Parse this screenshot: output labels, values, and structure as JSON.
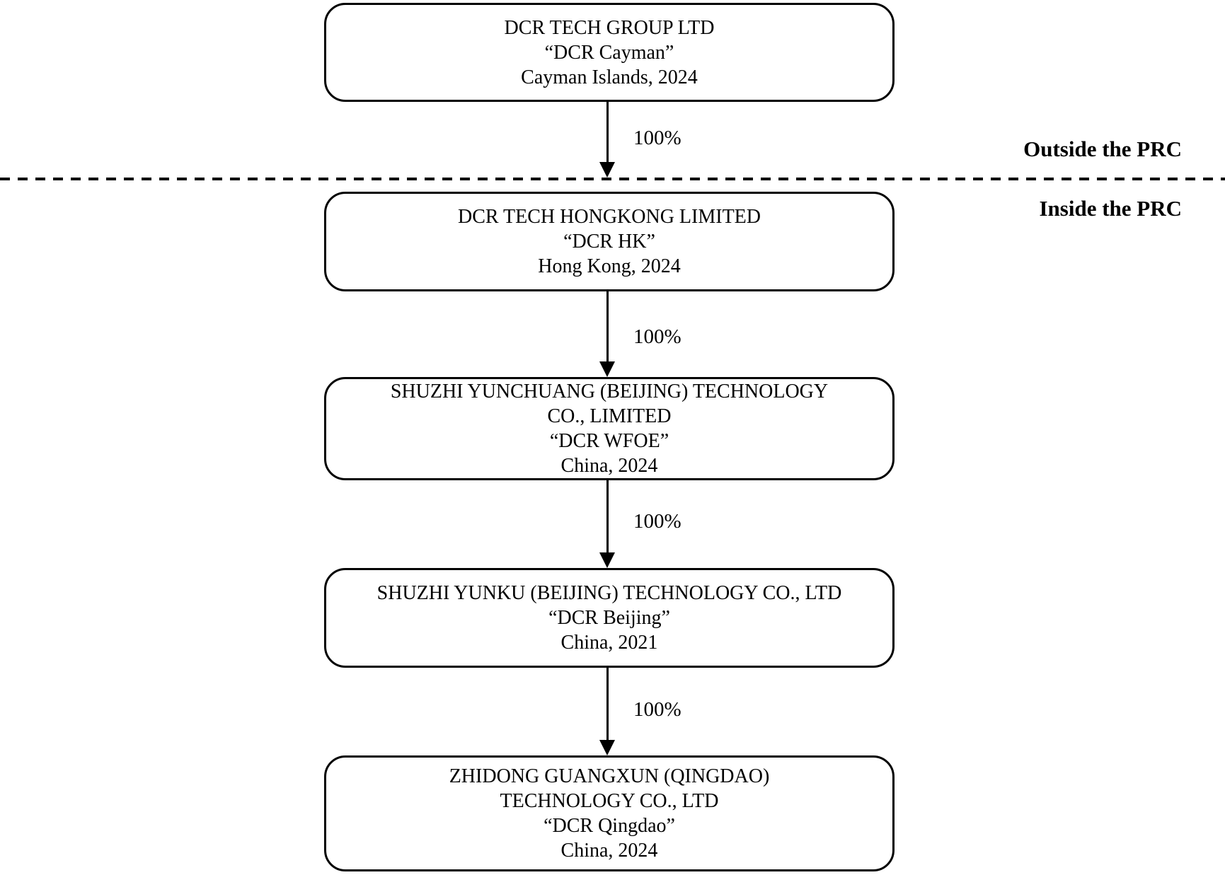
{
  "diagram": {
    "type": "corporate-structure",
    "colors": {
      "background": "#ffffff",
      "line": "#000000",
      "text": "#000000"
    },
    "region_divider": {
      "style": "dashed",
      "outside_label": "Outside the PRC",
      "inside_label": "Inside the PRC"
    },
    "entities": [
      {
        "name_lines": [
          "DCR TECH GROUP LTD"
        ],
        "alias": "“DCR Cayman”",
        "jurisdiction_year": "Cayman Islands, 2024",
        "region": "Outside the PRC"
      },
      {
        "name_lines": [
          "DCR TECH HONGKONG LIMITED"
        ],
        "alias": "“DCR HK”",
        "jurisdiction_year": "Hong Kong, 2024",
        "region": "Inside the PRC"
      },
      {
        "name_lines": [
          "SHUZHI YUNCHUANG (BEIJING) TECHNOLOGY",
          "CO., LIMITED"
        ],
        "alias": "“DCR WFOE”",
        "jurisdiction_year": "China, 2024",
        "region": "Inside the PRC"
      },
      {
        "name_lines": [
          "SHUZHI YUNKU (BEIJING) TECHNOLOGY CO., LTD"
        ],
        "alias": "“DCR Beijing”",
        "jurisdiction_year": "China, 2021",
        "region": "Inside the PRC"
      },
      {
        "name_lines": [
          "ZHIDONG GUANGXUN (QINGDAO)",
          "TECHNOLOGY CO., LTD"
        ],
        "alias": "“DCR Qingdao”",
        "jurisdiction_year": "China, 2024",
        "region": "Inside the PRC"
      }
    ],
    "ownership_links": [
      {
        "from": "DCR Cayman",
        "to": "DCR HK",
        "label": "100%"
      },
      {
        "from": "DCR HK",
        "to": "DCR WFOE",
        "label": "100%"
      },
      {
        "from": "DCR WFOE",
        "to": "DCR Beijing",
        "label": "100%"
      },
      {
        "from": "DCR Beijing",
        "to": "DCR Qingdao",
        "label": "100%"
      }
    ]
  }
}
